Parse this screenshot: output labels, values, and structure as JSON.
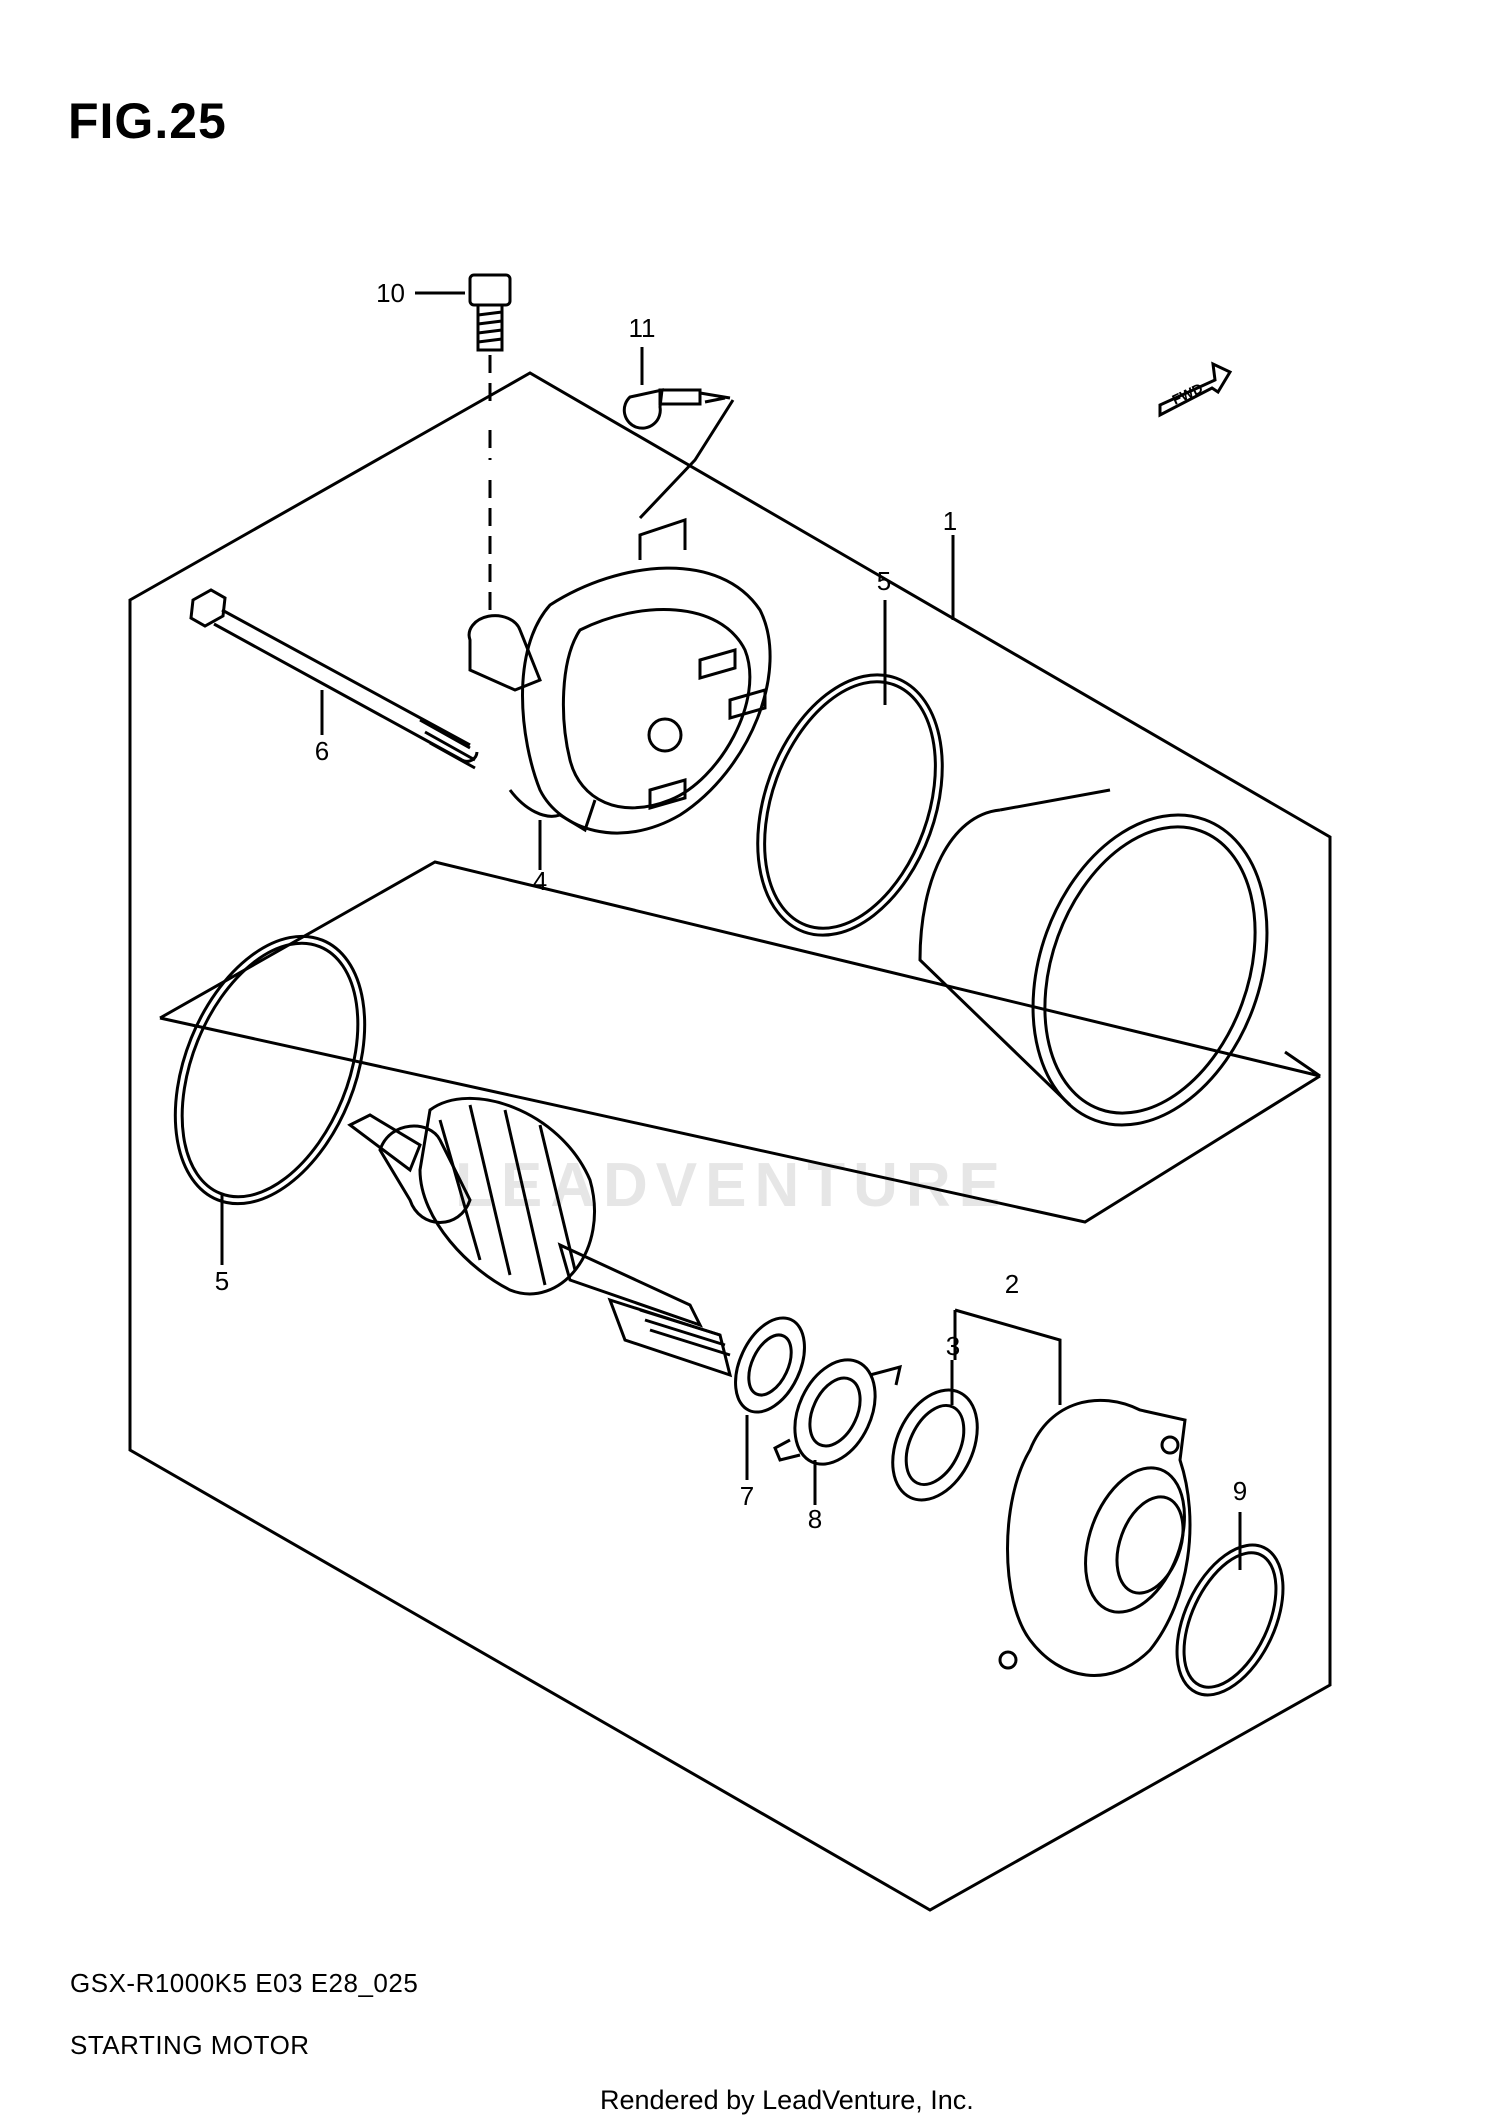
{
  "figure": {
    "title": "FIG.25"
  },
  "fwd_badge": "FWD",
  "callouts": [
    "1",
    "2",
    "3",
    "4",
    "5",
    "5",
    "6",
    "7",
    "8",
    "9",
    "10",
    "11"
  ],
  "footer": {
    "model_code": "GSX-R1000K5 E03 E28_025",
    "section_name": "STARTING MOTOR",
    "rendered_by": "Rendered by LeadVenture, Inc."
  },
  "watermark": "LEADVENTURE"
}
